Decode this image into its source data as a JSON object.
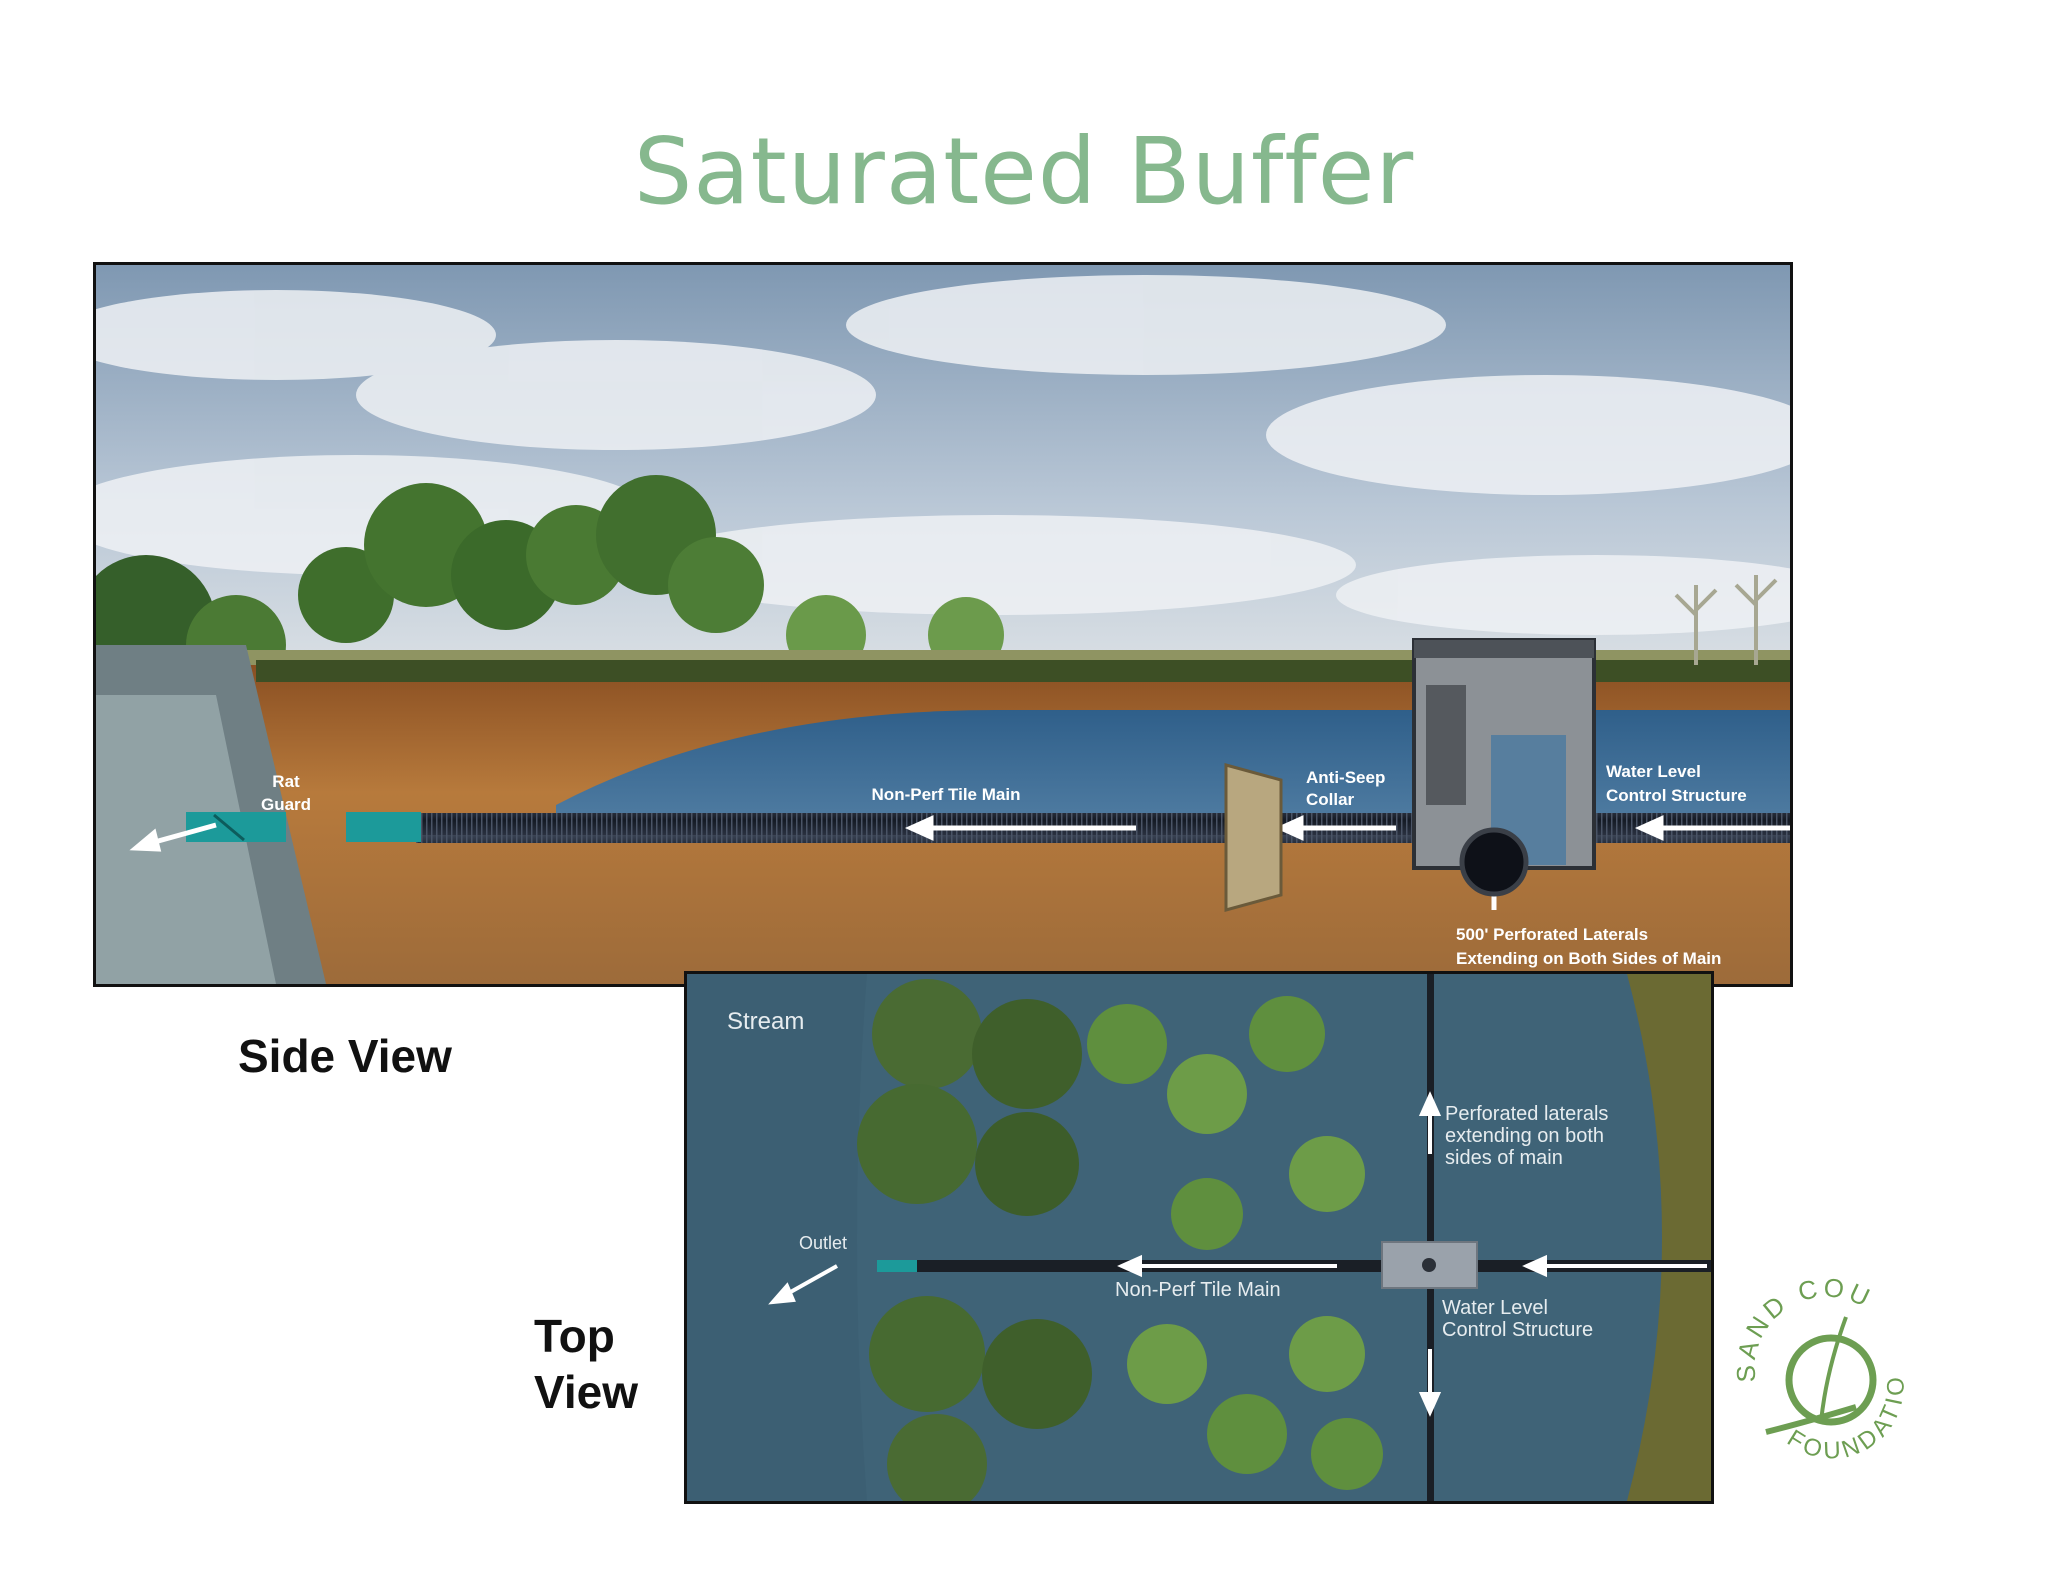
{
  "title": "Saturated Buffer",
  "side_view": {
    "caption": "Side View",
    "labels": {
      "rat_guard_1": "Rat",
      "rat_guard_2": "Guard",
      "non_perf_main": "Non-Perf Tile Main",
      "anti_seep_1": "Anti-Seep",
      "anti_seep_2": "Collar",
      "wlcs_1": "Water Level",
      "wlcs_2": "Control Structure",
      "laterals_1": "500' Perforated Laterals",
      "laterals_2": "Extending on Both Sides of Main"
    }
  },
  "top_view": {
    "caption_1": "Top",
    "caption_2": "View",
    "labels": {
      "stream": "Stream",
      "outlet": "Outlet",
      "non_perf_main": "Non-Perf Tile Main",
      "laterals_1": "Perforated laterals",
      "laterals_2": "extending on both",
      "laterals_3": "sides of main",
      "wlcs_1": "Water Level",
      "wlcs_2": "Control Structure"
    }
  },
  "logo": {
    "top_text": "SAND COUNTY",
    "bottom_text": "FOUNDATION"
  },
  "colors": {
    "title": "#86b88e",
    "sky": "#8fa8bf",
    "soil": "#a86a33",
    "water_table": "#3f6d93",
    "pipe": "#1f2633",
    "stream": "#3c5f73",
    "logo_green": "#6d9e52"
  }
}
